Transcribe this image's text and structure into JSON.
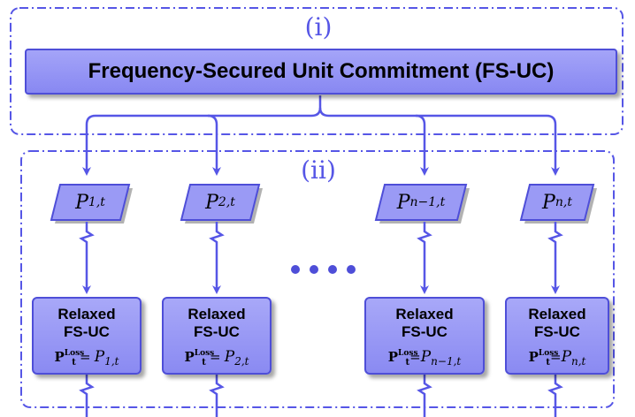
{
  "colors": {
    "accent": "#5656e6",
    "box_fill": "#9a9af5",
    "box_border": "#4e4ed8"
  },
  "labels": {
    "top_group": "(i)",
    "bottom_group": "(ii)"
  },
  "main_title": "Frequency-Secured Unit Commitment (FS-UC)",
  "ellipsis": "....",
  "parallelograms": [
    {
      "var": "P",
      "sub": "1,t"
    },
    {
      "var": "P",
      "sub": "2,t"
    },
    {
      "var": "P",
      "sub": "n−1,t"
    },
    {
      "var": "P",
      "sub": "n,t"
    }
  ],
  "relaxed_boxes": [
    {
      "line1": "Relaxed",
      "line2": "FS-UC",
      "ploss": "P",
      "ploss_sup": "Loss",
      "ploss_sub": "t",
      "eq": "=",
      "var": "P",
      "sub": "1,t"
    },
    {
      "line1": "Relaxed",
      "line2": "FS-UC",
      "ploss": "P",
      "ploss_sup": "Loss",
      "ploss_sub": "t",
      "eq": "=",
      "var": "P",
      "sub": "2,t"
    },
    {
      "line1": "Relaxed",
      "line2": "FS-UC",
      "ploss": "P",
      "ploss_sup": "Loss",
      "ploss_sub": "t",
      "eq": "=",
      "var": "P",
      "sub": "n−1,t"
    },
    {
      "line1": "Relaxed",
      "line2": "FS-UC",
      "ploss": "P",
      "ploss_sup": "Loss",
      "ploss_sub": "t",
      "eq": "=",
      "var": "P",
      "sub": "n,t"
    }
  ]
}
